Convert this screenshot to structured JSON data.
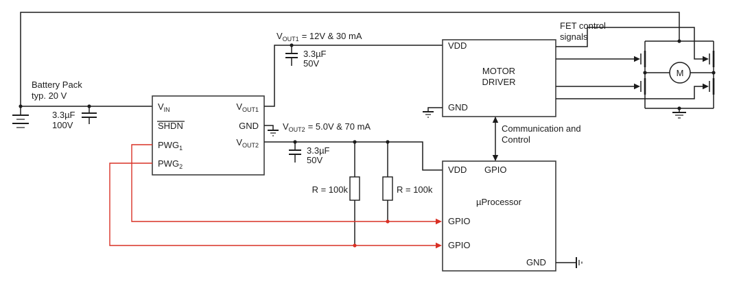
{
  "colors": {
    "wire": "#1c1c1c",
    "signal_wire": "#d93025",
    "block_border": "#3c3c3c",
    "background": "#ffffff"
  },
  "battery": {
    "label1": "Battery Pack",
    "label2": "typ. 20 V"
  },
  "input_cap": {
    "value": "3.3µF",
    "rating": "100V"
  },
  "regulator": {
    "vin": {
      "base": "V",
      "sub": "IN"
    },
    "shdn": "SHDN",
    "pwg1": {
      "base": "PWG",
      "sub": "1"
    },
    "pwg2": {
      "base": "PWG",
      "sub": "2"
    },
    "vout1": {
      "base": "V",
      "sub": "OUT1"
    },
    "gnd": "GND",
    "vout2": {
      "base": "V",
      "sub": "OUT2"
    }
  },
  "vout1_rail": {
    "label": {
      "base": "V",
      "sub": "OUT1",
      "rest": "= 12V & 30 mA"
    },
    "cap_value": "3.3µF",
    "cap_rating": "50V"
  },
  "vout2_rail": {
    "label": {
      "base": "V",
      "sub": "OUT2",
      "rest": "= 5.0V & 70 mA"
    },
    "cap_value": "3.3µF",
    "cap_rating": "50V"
  },
  "pullup_r1": "R = 100k",
  "pullup_r2": "R = 100k",
  "motor_driver": {
    "vdd": "VDD",
    "name1": "MOTOR",
    "name2": "DRIVER",
    "gnd": "GND"
  },
  "uprocessor": {
    "vdd": "VDD",
    "gpio_top": "GPIO",
    "name": "µProcessor",
    "gpio1": "GPIO",
    "gpio2": "GPIO",
    "gnd": "GND"
  },
  "comm_link": {
    "label1": "Communication and",
    "label2": "Control"
  },
  "fet_bridge": {
    "label1": "FET control",
    "label2": "signals",
    "motor": "M"
  }
}
